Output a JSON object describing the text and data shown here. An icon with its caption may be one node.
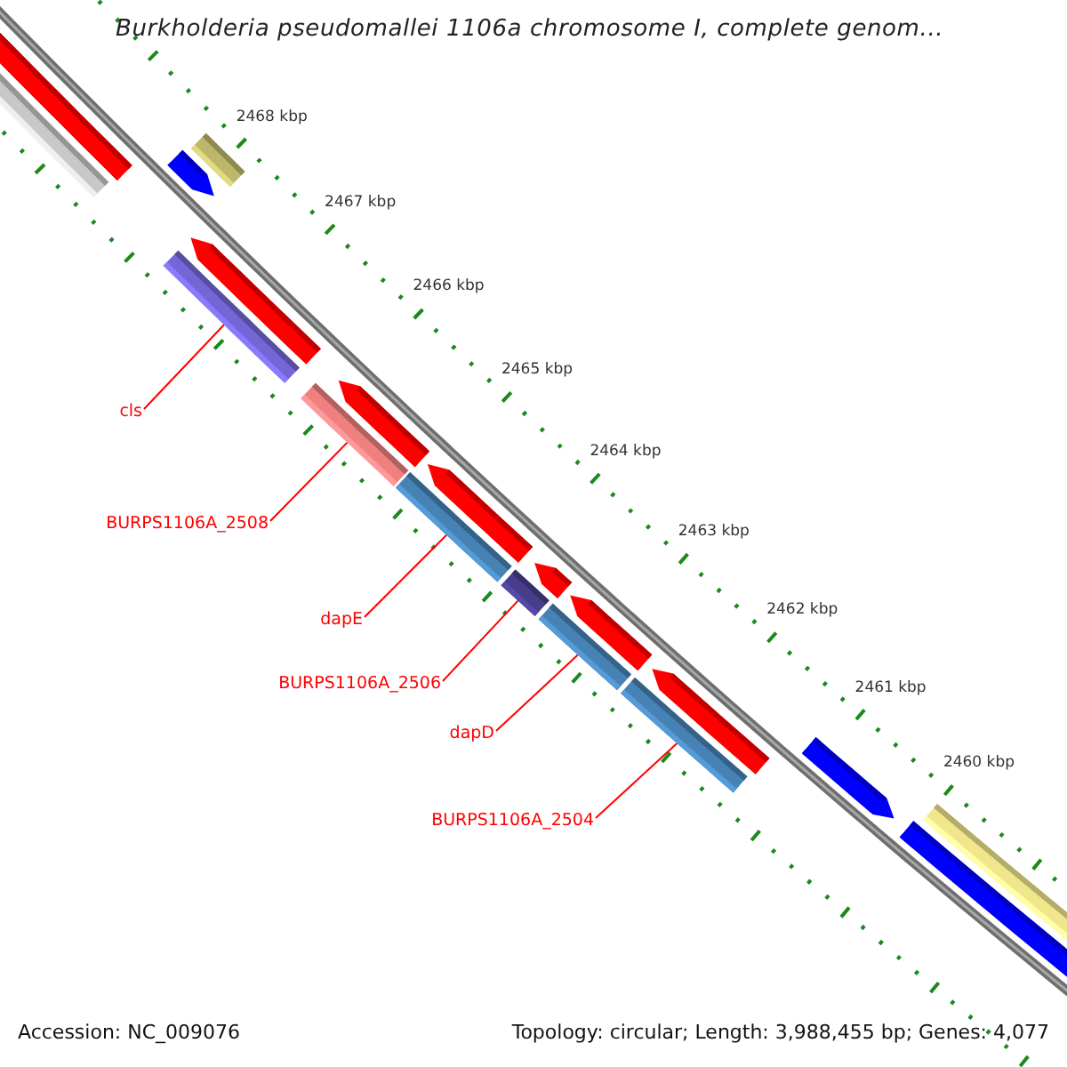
{
  "diagram": {
    "title": "Burkholderia pseudomallei 1106a chromosome I, complete genom...",
    "nodes": [
      {
        "text": [
          "cls"
        ]
      },
      {
        "text": [
          "BURPS1106A_2508"
        ]
      },
      {
        "text": [
          "dapE"
        ]
      },
      {
        "text": [
          "BURPS1106A_2506"
        ]
      },
      {
        "text": [
          "dapD"
        ]
      },
      {
        "text": [
          "BURPS1106A_2504"
        ]
      },
      {
        "text": [],
        "shape": "bar"
      },
      {
        "text": [],
        "shape": "bar"
      },
      {
        "text": [],
        "shape": "bar"
      },
      {
        "text": [],
        "shape": "bar"
      },
      {
        "text": [],
        "shape": "bar"
      },
      {
        "text": [],
        "shape": "bar"
      }
    ],
    "edges": [
      {
        "from": 0,
        "to": 6,
        "arrow": "none"
      },
      {
        "from": 1,
        "to": 7,
        "arrow": "none"
      },
      {
        "from": 2,
        "to": 8,
        "arrow": "none"
      },
      {
        "from": 3,
        "to": 9,
        "arrow": "none"
      },
      {
        "from": 4,
        "to": 10,
        "arrow": "none"
      },
      {
        "from": 5,
        "to": 11,
        "arrow": "none"
      }
    ],
    "labels": [
      "2468 kbp",
      "2467 kbp",
      "2466 kbp",
      "2465 kbp",
      "2464 kbp",
      "2463 kbp",
      "2462 kbp",
      "2461 kbp",
      "2460 kbp",
      "Accession: NC_009076",
      "Topology: circular; Length: 3,988,455 bp; Genes: 4,077"
    ]
  }
}
